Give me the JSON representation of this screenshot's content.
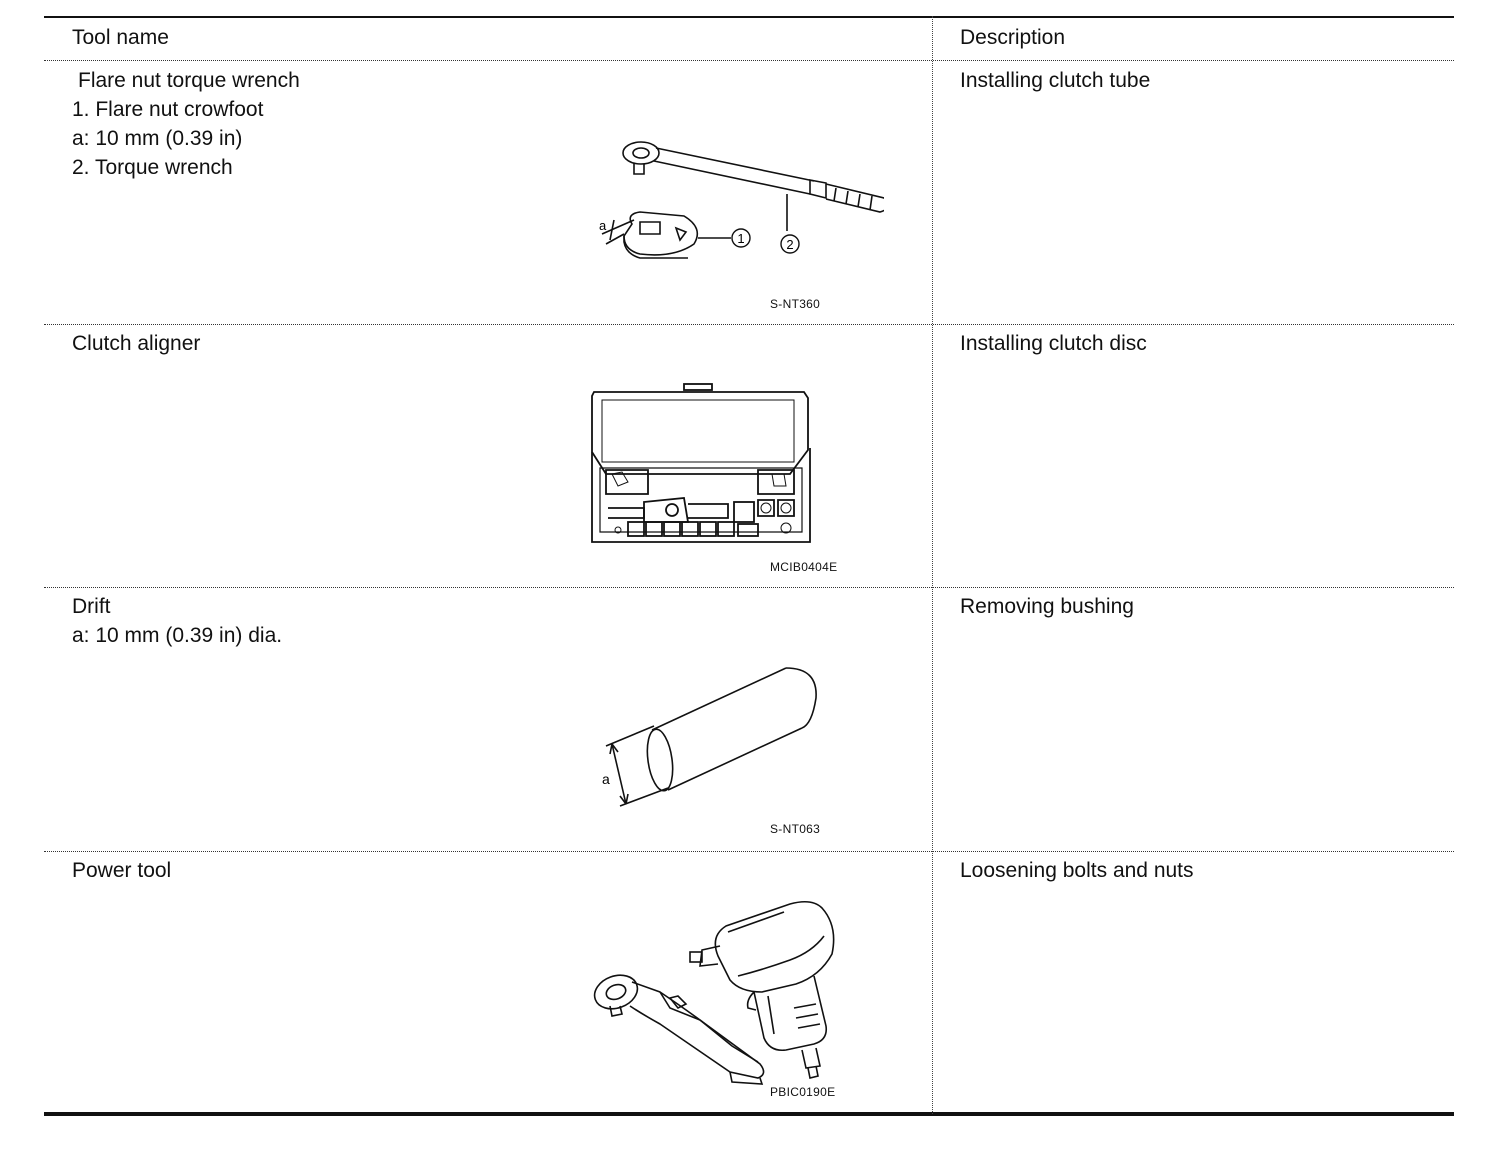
{
  "header": {
    "tool_name": "Tool name",
    "description": "Description"
  },
  "rows": [
    {
      "name_lines": [
        "Flare nut torque wrench",
        "1. Flare nut crowfoot",
        "a: 10 mm (0.39 in)",
        "2. Torque wrench"
      ],
      "description": "Installing clutch tube",
      "figure_code": "S-NT360",
      "figure_labels": {
        "a": "a",
        "callout1": "1",
        "callout2": "2"
      },
      "icon": "flare-nut-torque-wrench-illustration"
    },
    {
      "name_lines": [
        "Clutch aligner"
      ],
      "description": "Installing clutch disc",
      "figure_code": "MCIB0404E",
      "icon": "clutch-aligner-kit-illustration"
    },
    {
      "name_lines": [
        "Drift",
        "a: 10 mm (0.39 in) dia."
      ],
      "description": "Removing bushing",
      "figure_code": "S-NT063",
      "figure_labels": {
        "a": "a"
      },
      "icon": "drift-illustration"
    },
    {
      "name_lines": [
        "Power tool"
      ],
      "description": "Loosening bolts and nuts",
      "figure_code": "PBIC0190E",
      "icon": "power-tool-illustration"
    }
  ]
}
